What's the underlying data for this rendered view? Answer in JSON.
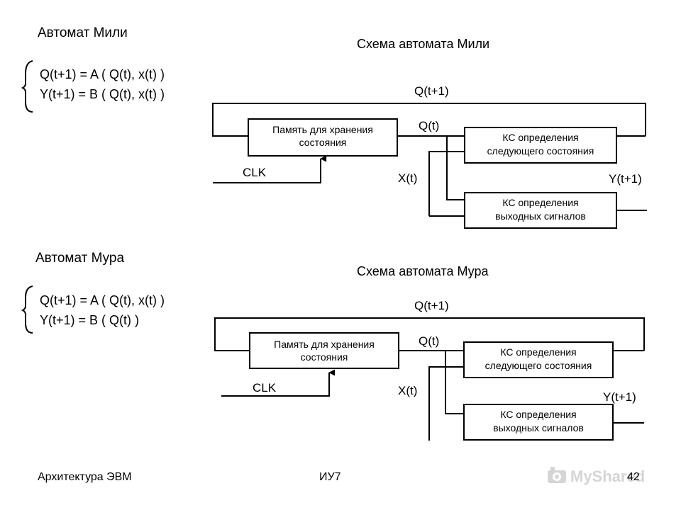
{
  "mealy": {
    "title": "Автомат Мили",
    "eq1": "Q(t+1) =  A ( Q(t), x(t) )",
    "eq2": "Y(t+1)  =  B ( Q(t), x(t) )",
    "diagram_title": "Схема автомата Мили",
    "labels": {
      "q_next": "Q(t+1)",
      "q": "Q(t)",
      "x": "X(t)",
      "y": "Y(t+1)",
      "clk": "CLK"
    },
    "blocks": {
      "memory": [
        "Память для хранения",
        "состояния"
      ],
      "next_state": [
        "КС определения",
        "следующего состояния"
      ],
      "output": [
        "КС определения",
        "выходных сигналов"
      ]
    }
  },
  "moore": {
    "title": "Автомат Мура",
    "eq1": "Q(t+1) = A ( Q(t), x(t) )",
    "eq2": "Y(t+1) = B ( Q(t) )",
    "diagram_title": "Схема автомата Мура",
    "labels": {
      "q_next": "Q(t+1)",
      "q": "Q(t)",
      "x": "X(t)",
      "y": "Y(t+1)",
      "clk": "CLK"
    },
    "blocks": {
      "memory": [
        "Память для хранения",
        "состояния"
      ],
      "next_state": [
        "КС определения",
        "следующего состояния"
      ],
      "output": [
        "КС определения",
        "выходных сигналов"
      ]
    }
  },
  "footer": {
    "left": "Архитектура ЭВМ",
    "center": "ИУ7",
    "page": "42"
  },
  "watermark": {
    "text": "MyShared"
  }
}
